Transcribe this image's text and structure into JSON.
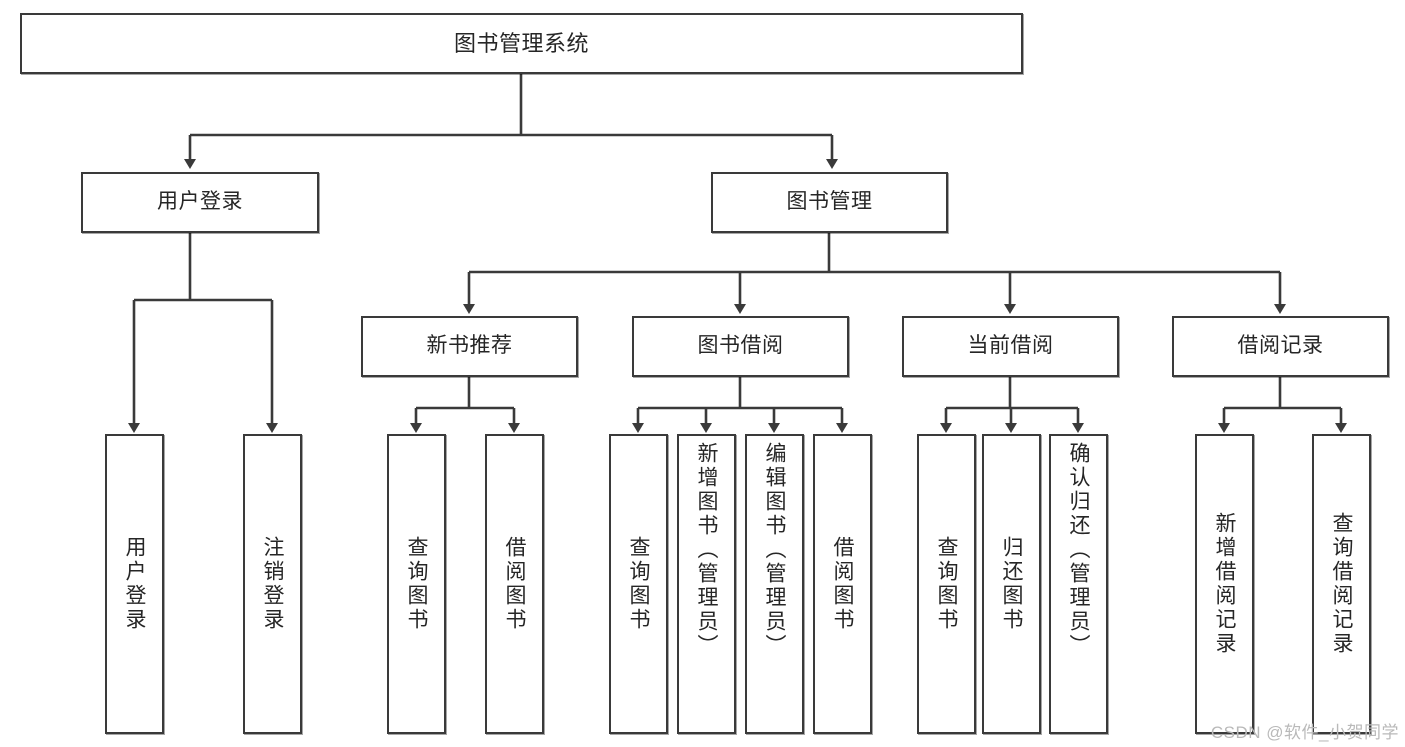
{
  "diagram": {
    "title": "图书管理系统",
    "watermark": "CSDN @软件_小贺同学",
    "stroke_color": "#3a3a3a",
    "fill_color": "#ffffff",
    "text_color": "#262626",
    "watermark_color": "#b9b9b9"
  },
  "nodes": {
    "root": {
      "label": "图书管理系统"
    },
    "tier1": [
      {
        "label": "用户登录"
      },
      {
        "label": "图书管理"
      }
    ],
    "tier2": [
      {
        "label": "新书推荐"
      },
      {
        "label": "图书借阅"
      },
      {
        "label": "当前借阅"
      },
      {
        "label": "借阅记录"
      }
    ],
    "leaves": {
      "user_login": [
        {
          "label": "用户登录"
        },
        {
          "label": "注销登录"
        }
      ],
      "new_book": [
        {
          "label": "查询图书"
        },
        {
          "label": "借阅图书"
        }
      ],
      "borrow": [
        {
          "label": "查询图书"
        },
        {
          "label": "新增图书（管理员）"
        },
        {
          "label": "编辑图书（管理员）"
        },
        {
          "label": "借阅图书"
        }
      ],
      "current": [
        {
          "label": "查询图书"
        },
        {
          "label": "归还图书"
        },
        {
          "label": "确认归还（管理员）"
        }
      ],
      "records": [
        {
          "label": "新增借阅记录"
        },
        {
          "label": "查询借阅记录"
        }
      ]
    }
  }
}
